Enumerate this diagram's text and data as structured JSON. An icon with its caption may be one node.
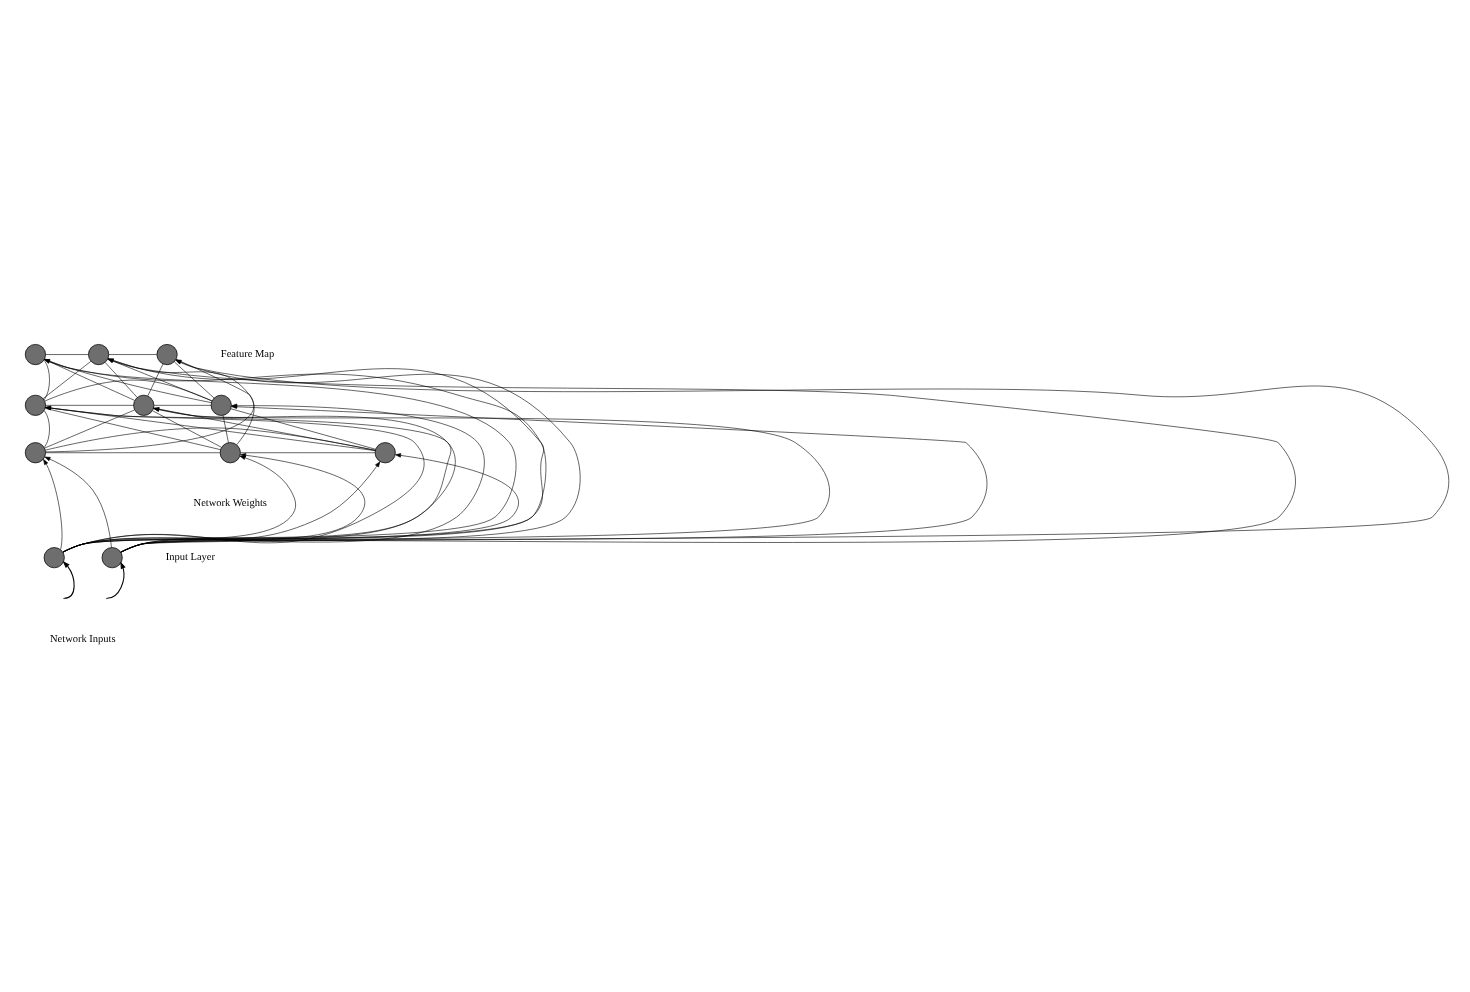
{
  "diagram": {
    "nodes": [
      {
        "text": [],
        "shape": "circle"
      },
      {
        "text": [],
        "shape": "circle"
      },
      {
        "text": [],
        "shape": "circle"
      },
      {
        "text": [],
        "shape": "circle"
      },
      {
        "text": [],
        "shape": "circle"
      },
      {
        "text": [],
        "shape": "circle"
      },
      {
        "text": [],
        "shape": "circle"
      },
      {
        "text": [],
        "shape": "circle"
      },
      {
        "text": [],
        "shape": "circle"
      },
      {
        "text": [],
        "shape": "circle"
      },
      {
        "text": [],
        "shape": "circle"
      }
    ],
    "edges": [
      {
        "from": 0,
        "to": 1,
        "arrow": "none"
      },
      {
        "from": 1,
        "to": 2,
        "arrow": "none"
      },
      {
        "from": 3,
        "to": 4,
        "arrow": "none"
      },
      {
        "from": 4,
        "to": 5,
        "arrow": "none"
      },
      {
        "from": 6,
        "to": 7,
        "arrow": "none"
      },
      {
        "from": 7,
        "to": 8,
        "arrow": "none"
      },
      {
        "from": 0,
        "to": 3,
        "arrow": "none"
      },
      {
        "from": 3,
        "to": 6,
        "arrow": "none"
      },
      {
        "from": 1,
        "to": 4,
        "arrow": "none"
      },
      {
        "from": 4,
        "to": 7,
        "arrow": "none"
      },
      {
        "from": 2,
        "to": 5,
        "arrow": "none"
      },
      {
        "from": 5,
        "to": 8,
        "arrow": "none"
      },
      {
        "from": 0,
        "to": 4,
        "arrow": "none"
      },
      {
        "from": 1,
        "to": 3,
        "arrow": "none"
      },
      {
        "from": 1,
        "to": 5,
        "arrow": "none"
      },
      {
        "from": 2,
        "to": 4,
        "arrow": "none"
      },
      {
        "from": 3,
        "to": 7,
        "arrow": "none"
      },
      {
        "from": 4,
        "to": 6,
        "arrow": "none"
      },
      {
        "from": 4,
        "to": 8,
        "arrow": "none"
      },
      {
        "from": 5,
        "to": 7,
        "arrow": "none"
      },
      {
        "from": 0,
        "to": 5,
        "arrow": "none"
      },
      {
        "from": 3,
        "to": 5,
        "arrow": "none"
      },
      {
        "from": 6,
        "to": 8,
        "arrow": "none"
      },
      {
        "from": 6,
        "to": 2,
        "arrow": "none"
      },
      {
        "from": 3,
        "to": 8,
        "arrow": "none"
      },
      {
        "from": 7,
        "to": 1,
        "arrow": "none"
      },
      {
        "from": 9,
        "to": 0,
        "arrow": "to"
      },
      {
        "from": 9,
        "to": 1,
        "arrow": "to"
      },
      {
        "from": 9,
        "to": 2,
        "arrow": "to"
      },
      {
        "from": 9,
        "to": 3,
        "arrow": "to"
      },
      {
        "from": 9,
        "to": 4,
        "arrow": "to"
      },
      {
        "from": 9,
        "to": 5,
        "arrow": "to"
      },
      {
        "from": 9,
        "to": 6,
        "arrow": "to"
      },
      {
        "from": 9,
        "to": 7,
        "arrow": "to"
      },
      {
        "from": 9,
        "to": 8,
        "arrow": "to"
      },
      {
        "from": 10,
        "to": 0,
        "arrow": "to"
      },
      {
        "from": 10,
        "to": 1,
        "arrow": "to"
      },
      {
        "from": 10,
        "to": 2,
        "arrow": "to"
      },
      {
        "from": 10,
        "to": 3,
        "arrow": "to"
      },
      {
        "from": 10,
        "to": 4,
        "arrow": "to"
      },
      {
        "from": 10,
        "to": 5,
        "arrow": "to"
      },
      {
        "from": 10,
        "to": 6,
        "arrow": "to"
      },
      {
        "from": 10,
        "to": 7,
        "arrow": "to"
      },
      {
        "from": 10,
        "to": 8,
        "arrow": "to"
      },
      {
        "from": null,
        "to": 9,
        "arrow": "to"
      },
      {
        "from": null,
        "to": 10,
        "arrow": "to"
      }
    ],
    "labels": [
      "Feature Map",
      "Network Weights",
      "Input Layer",
      "Network Inputs"
    ]
  }
}
